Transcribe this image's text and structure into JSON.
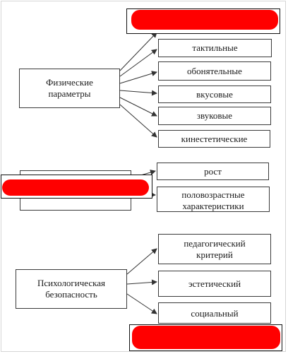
{
  "sources": {
    "physical": {
      "label": "Физические параметры"
    },
    "psych": {
      "label": "Психологическая безопасность"
    }
  },
  "targets": {
    "tactile": "тактильные",
    "olfactory": "обонятельные",
    "taste": "вкусовые",
    "sound": "звуковые",
    "kinesthetic": "кинестетические",
    "height": "рост",
    "age_sex": "половозрастные характеристики",
    "pedagogical": "педагогический критерий",
    "aesthetic": "эстетический",
    "social": "социальный"
  },
  "colors": {
    "redaction": "#ff0000",
    "line": "#333333"
  }
}
